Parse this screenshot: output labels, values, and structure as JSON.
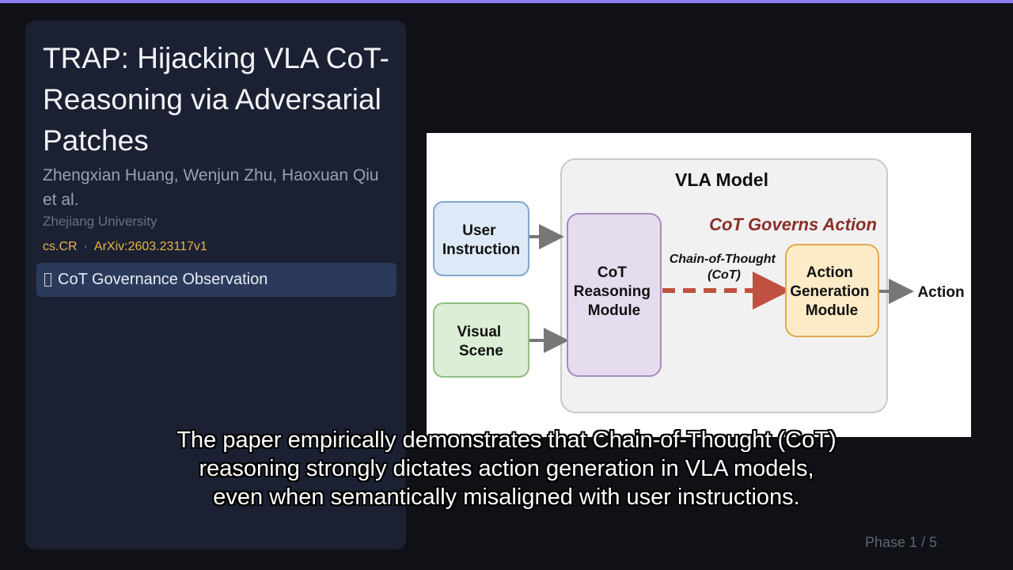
{
  "paper": {
    "title": "TRAP: Hijacking VLA CoT-Reasoning via Adversarial Patches",
    "authors": "Zhengxian Huang, Wenjun Zhu, Haoxuan Qiu et al.",
    "affiliation": "Zhejiang University",
    "category": "cs.CR",
    "separator": "·",
    "arxiv": "ArXiv:2603.23117v1"
  },
  "section": {
    "icon": "document-icon",
    "label": "CoT Governance Observation"
  },
  "figure": {
    "model_title": "VLA Model",
    "governs_label": "CoT Governs Action",
    "user_instruction": [
      "User",
      "Instruction"
    ],
    "visual_scene": [
      "Visual",
      "Scene"
    ],
    "cot_module": [
      "CoT",
      "Reasoning",
      "Module"
    ],
    "cot_arrow_label": [
      "Chain-of-Thought",
      "(CoT)"
    ],
    "action_module": [
      "Action",
      "Generation",
      "Module"
    ],
    "output": "Action"
  },
  "caption": {
    "lines": [
      "The paper empirically demonstrates that Chain-of-Thought (CoT)",
      "reasoning strongly dictates action generation in VLA models,",
      "even when semantically misaligned with user instructions."
    ]
  },
  "footer": {
    "phase": "Phase 1 / 5"
  },
  "colors": {
    "accent": "#8b7cf6",
    "panel": "#1b2133",
    "pill": "#2b3a5a",
    "tag": "#e6b54a",
    "governs": "#8b2e2a",
    "dashed_arrow": "#c0503f"
  }
}
